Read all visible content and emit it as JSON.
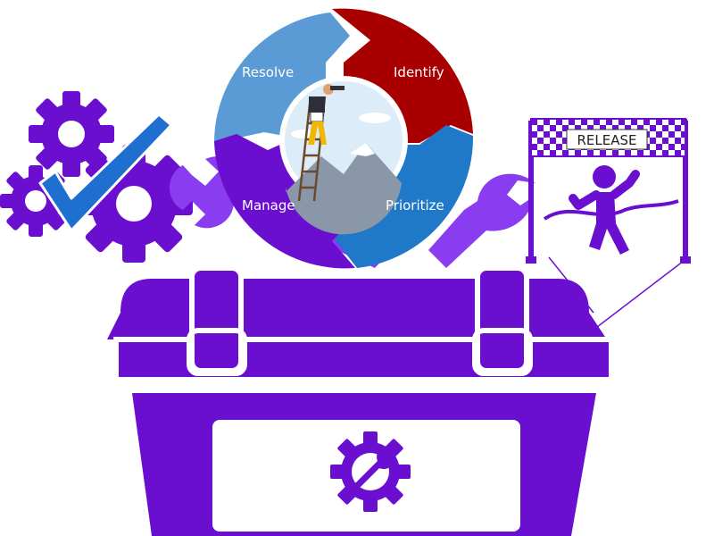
{
  "cycle": {
    "stages": [
      {
        "label": "Resolve",
        "color": "#5b9bd5"
      },
      {
        "label": "Identify",
        "color": "#a80000"
      },
      {
        "label": "Prioritize",
        "color": "#1f78c8"
      },
      {
        "label": "Manage",
        "color": "#6a0fd0"
      }
    ],
    "center_image": "person-on-ladder-with-telescope"
  },
  "release_banner": {
    "label": "RELEASE"
  },
  "icons": [
    "gears-icon",
    "checkmark-icon",
    "wrench-icon",
    "finish-line-runner-icon",
    "toolbox-icon",
    "gear-wrench-icon"
  ],
  "colors": {
    "purple": "#6a0fd0",
    "light_purple": "#8a3df0",
    "white": "#ffffff"
  }
}
